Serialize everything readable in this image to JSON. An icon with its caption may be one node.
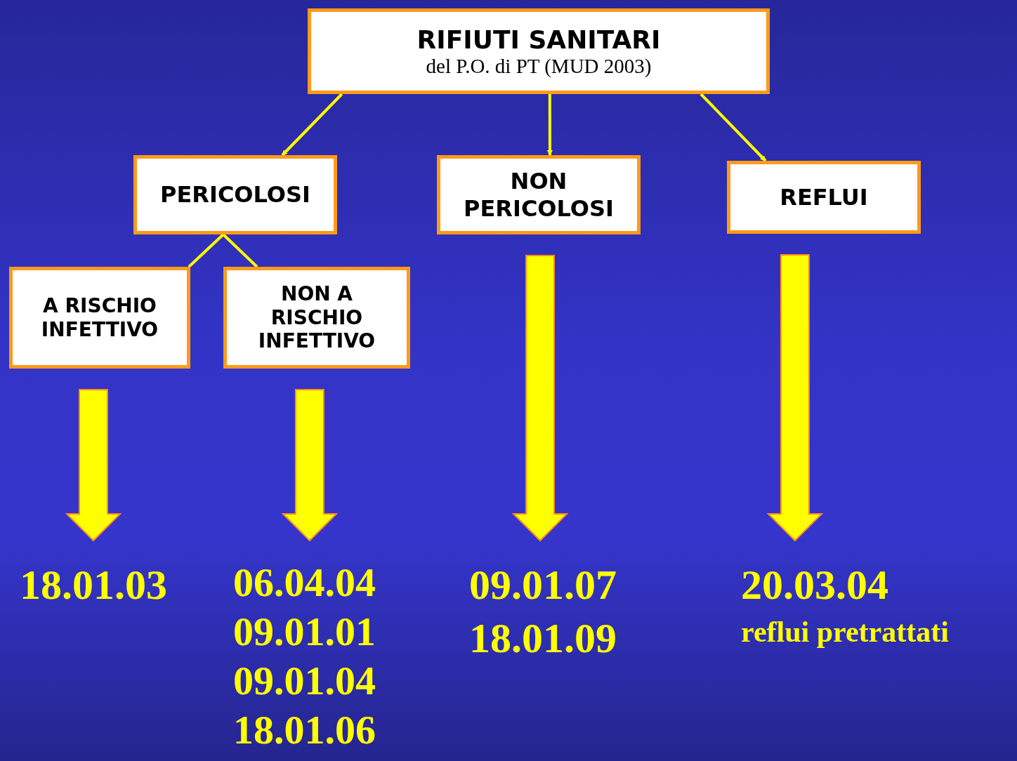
{
  "diagram": {
    "nodes": [
      {
        "text": [
          "RIFIUTI SANITARI",
          "del P.O. di PT (MUD 2003)"
        ]
      },
      {
        "text": [
          "PERICOLOSI"
        ]
      },
      {
        "text": [
          "NON PERICOLOSI"
        ]
      },
      {
        "text": [
          "REFLUI"
        ]
      },
      {
        "text": [
          "A RISCHIO INFETTIVO"
        ]
      },
      {
        "text": [
          "NON A RISCHIO INFETTIVO"
        ]
      },
      {
        "text": [
          "18.01.03"
        ]
      },
      {
        "text": [
          "06.04.04",
          "09.01.01",
          "09.01.04",
          "18.01.06"
        ]
      },
      {
        "text": [
          "09.01.07",
          "18.01.09"
        ]
      },
      {
        "text": [
          "20.03.04",
          "reflui  pretrattati"
        ]
      }
    ],
    "edges": [
      {
        "from": 0,
        "to": 1,
        "arrow": "to"
      },
      {
        "from": 0,
        "to": 2,
        "arrow": "to"
      },
      {
        "from": 0,
        "to": 3,
        "arrow": "to"
      },
      {
        "from": 1,
        "to": 4,
        "arrow": "none"
      },
      {
        "from": 1,
        "to": 5,
        "arrow": "none"
      },
      {
        "from": 4,
        "to": 6,
        "arrow": "to",
        "style": "thick"
      },
      {
        "from": 5,
        "to": 7,
        "arrow": "to",
        "style": "thick"
      },
      {
        "from": 2,
        "to": 8,
        "arrow": "to",
        "style": "thick"
      },
      {
        "from": 3,
        "to": 9,
        "arrow": "to",
        "style": "thick"
      }
    ]
  }
}
